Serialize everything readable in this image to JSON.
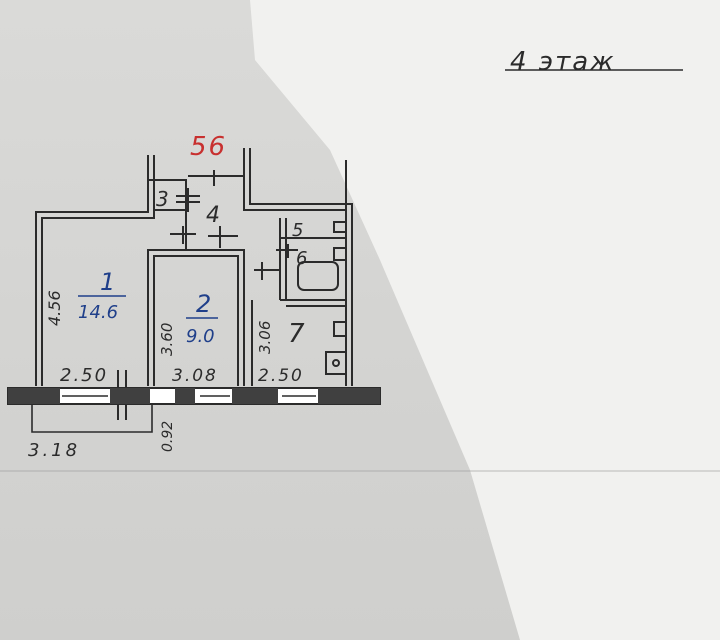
{
  "floor_label": "4 этаж",
  "apartment_number": "56",
  "rooms": [
    {
      "number": "1",
      "area": "14.6"
    },
    {
      "number": "2",
      "area": "9.0"
    },
    {
      "number": "3"
    },
    {
      "number": "4"
    },
    {
      "number": "5"
    },
    {
      "number": "6"
    },
    {
      "number": "7"
    }
  ],
  "dimensions": {
    "room1_height": "4.56",
    "room1_width": "2.50",
    "room2_height": "3.60",
    "room2_width": "3.08",
    "room7_height": "3.06",
    "room7_width": "2.50",
    "balcony_width": "3.18",
    "balcony_depth": "0.92"
  },
  "colors": {
    "ink": "#2b2b2b",
    "blue_ink": "#1f3f8a",
    "red_ink": "#c8302f"
  }
}
